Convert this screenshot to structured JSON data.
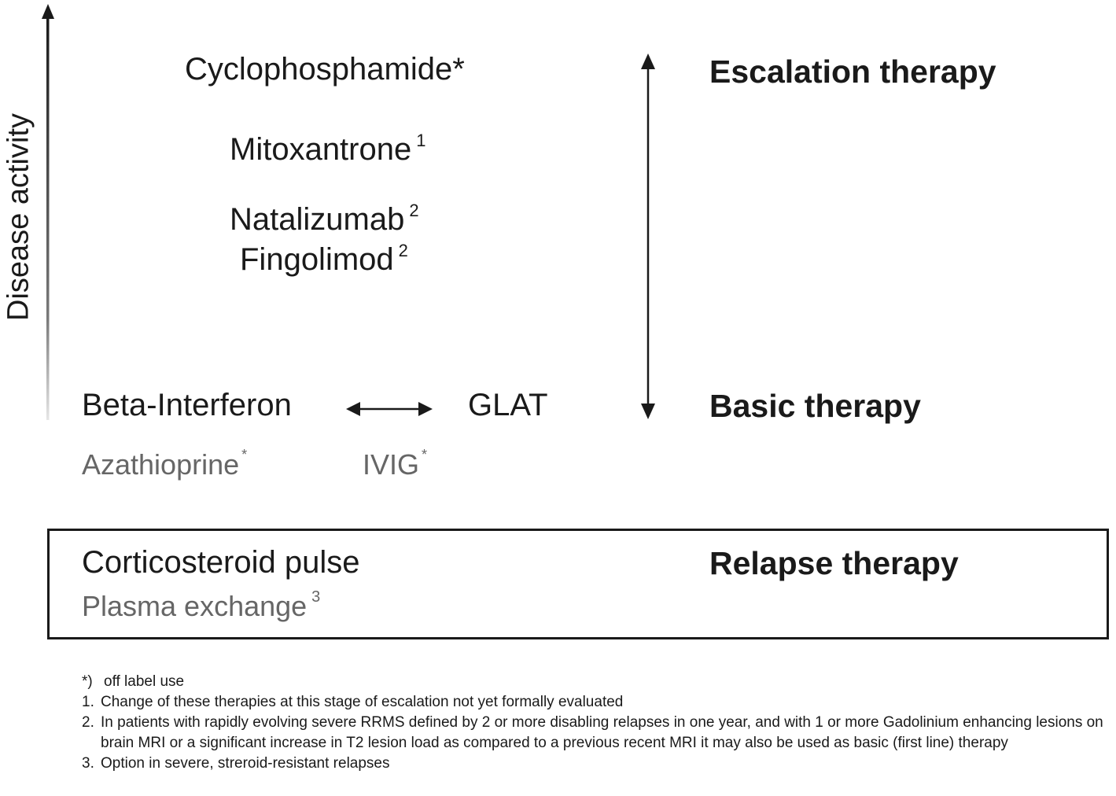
{
  "axis": {
    "label": "Disease activity"
  },
  "escalation_drugs": {
    "cyclophosphamide": {
      "name": "Cyclophosphamide*",
      "note": ""
    },
    "mitoxantrone": {
      "name": "Mitoxantrone",
      "note": "1"
    },
    "natalizumab": {
      "name": "Natalizumab",
      "note": "2"
    },
    "fingolimod": {
      "name": "Fingolimod",
      "note": "2"
    }
  },
  "basic_drugs": {
    "beta_interferon": "Beta-Interferon",
    "glat": "GLAT",
    "azathioprine": {
      "name": "Azathioprine",
      "note": "*"
    },
    "ivig": {
      "name": "IVIG",
      "note": "*"
    }
  },
  "relapse_drugs": {
    "corticosteroid": "Corticosteroid pulse",
    "plasma_exchange": {
      "name": "Plasma exchange",
      "note": "3"
    }
  },
  "headings": {
    "escalation": "Escalation therapy",
    "basic": "Basic therapy",
    "relapse": "Relapse therapy"
  },
  "footnotes": [
    {
      "marker": "*)",
      "text": "off label use"
    },
    {
      "marker": "1.",
      "text": "Change of these therapies at this stage of escalation not yet formally evaluated"
    },
    {
      "marker": "2.",
      "text": "In patients with rapidly evolving severe RRMS defined by 2 or more disabling relapses in one year, and with 1 or more Gadolinium enhancing lesions on brain MRI or a significant increase in T2 lesion load as compared to a previous recent MRI it may also be used as basic (first line) therapy"
    },
    {
      "marker": "3.",
      "text": "Option in severe, streroid-resistant relapses"
    }
  ],
  "colors": {
    "text": "#1a1a1a",
    "secondary_text": "#666666",
    "axis_gradient_top": "#1a1a1a",
    "axis_gradient_bottom": "#e6e6e6"
  }
}
